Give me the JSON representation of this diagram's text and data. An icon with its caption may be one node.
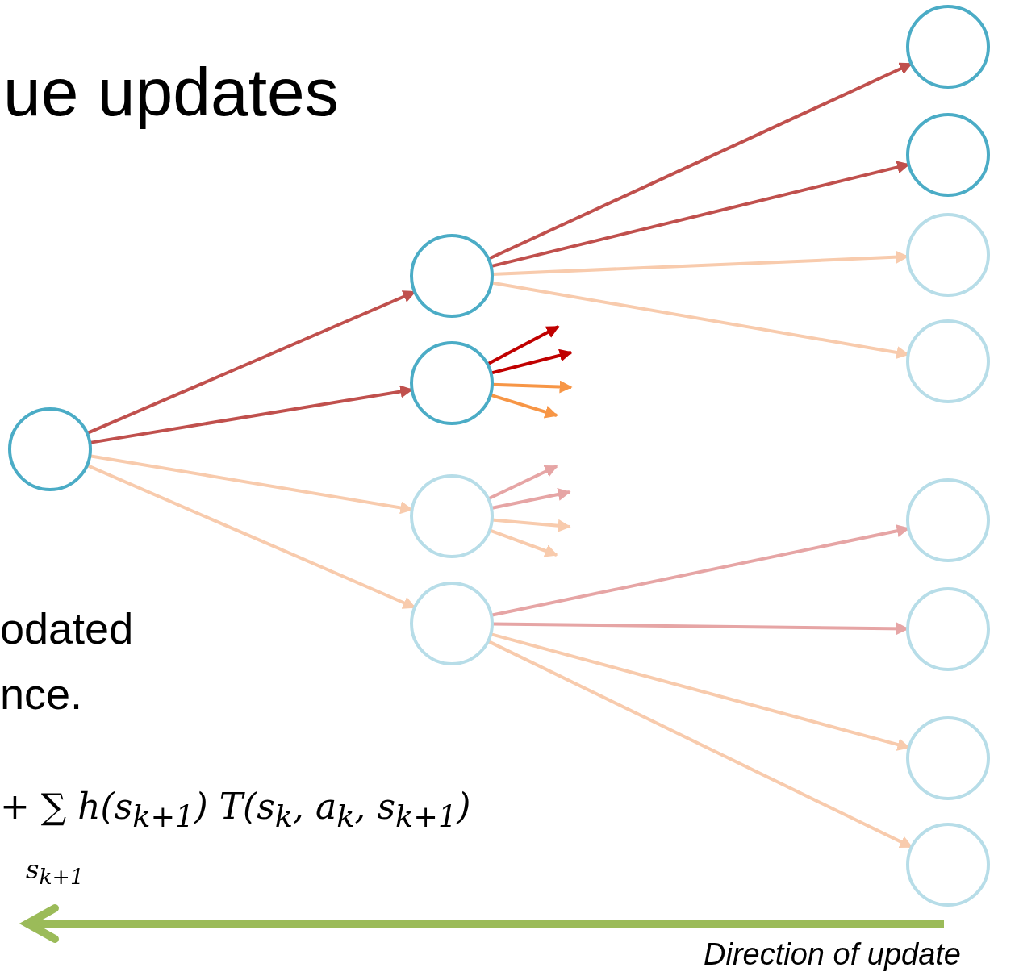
{
  "diagram": {
    "title": "ue updates",
    "nodes": [
      {
        "text": [],
        "shape": "circle"
      },
      {
        "text": [],
        "shape": "circle"
      },
      {
        "text": [],
        "shape": "circle"
      },
      {
        "text": [],
        "shape": "circle"
      },
      {
        "text": [],
        "shape": "circle"
      },
      {
        "text": [],
        "shape": "circle"
      },
      {
        "text": [],
        "shape": "circle"
      },
      {
        "text": [],
        "shape": "circle"
      },
      {
        "text": [],
        "shape": "circle"
      },
      {
        "text": [],
        "shape": "circle"
      },
      {
        "text": [],
        "shape": "circle"
      },
      {
        "text": [],
        "shape": "circle"
      },
      {
        "text": [],
        "shape": "circle"
      }
    ],
    "edges": [
      {
        "from": 0,
        "to": 1,
        "arrow": "to",
        "color": "#c0504d"
      },
      {
        "from": 0,
        "to": 2,
        "arrow": "to",
        "color": "#c0504d"
      },
      {
        "from": 0,
        "to": 3,
        "arrow": "to",
        "color": "#f8cbad"
      },
      {
        "from": 0,
        "to": 4,
        "arrow": "to",
        "color": "#f8cbad"
      },
      {
        "from": 1,
        "to": 5,
        "arrow": "to",
        "color": "#c0504d"
      },
      {
        "from": 1,
        "to": 6,
        "arrow": "to",
        "color": "#c0504d"
      },
      {
        "from": 1,
        "to": 7,
        "arrow": "to",
        "color": "#f8cbad"
      },
      {
        "from": 1,
        "to": 8,
        "arrow": "to",
        "color": "#f8cbad"
      },
      {
        "from": 2,
        "to": null,
        "arrow": "to",
        "color": "#c00000"
      },
      {
        "from": 2,
        "to": null,
        "arrow": "to",
        "color": "#c00000"
      },
      {
        "from": 2,
        "to": null,
        "arrow": "to",
        "color": "#f79646"
      },
      {
        "from": 2,
        "to": null,
        "arrow": "to",
        "color": "#f79646"
      },
      {
        "from": 3,
        "to": null,
        "arrow": "to",
        "color": "#e6a5a5"
      },
      {
        "from": 3,
        "to": null,
        "arrow": "to",
        "color": "#e6a5a5"
      },
      {
        "from": 3,
        "to": null,
        "arrow": "to",
        "color": "#f8cbad"
      },
      {
        "from": 3,
        "to": null,
        "arrow": "to",
        "color": "#f8cbad"
      },
      {
        "from": 4,
        "to": 9,
        "arrow": "to",
        "color": "#e6a5a5"
      },
      {
        "from": 4,
        "to": 10,
        "arrow": "to",
        "color": "#e6a5a5"
      },
      {
        "from": 4,
        "to": 11,
        "arrow": "to",
        "color": "#f8cbad"
      },
      {
        "from": 4,
        "to": 12,
        "arrow": "to",
        "color": "#f8cbad"
      }
    ],
    "labels": [
      "odated",
      "nce.",
      "+ ∑ h(s$_{k+1}$) T(s$_{k}$, a$_{k}$, s$_{k+1}$)",
      "s$_{k+1}$",
      "Direction of update"
    ]
  }
}
